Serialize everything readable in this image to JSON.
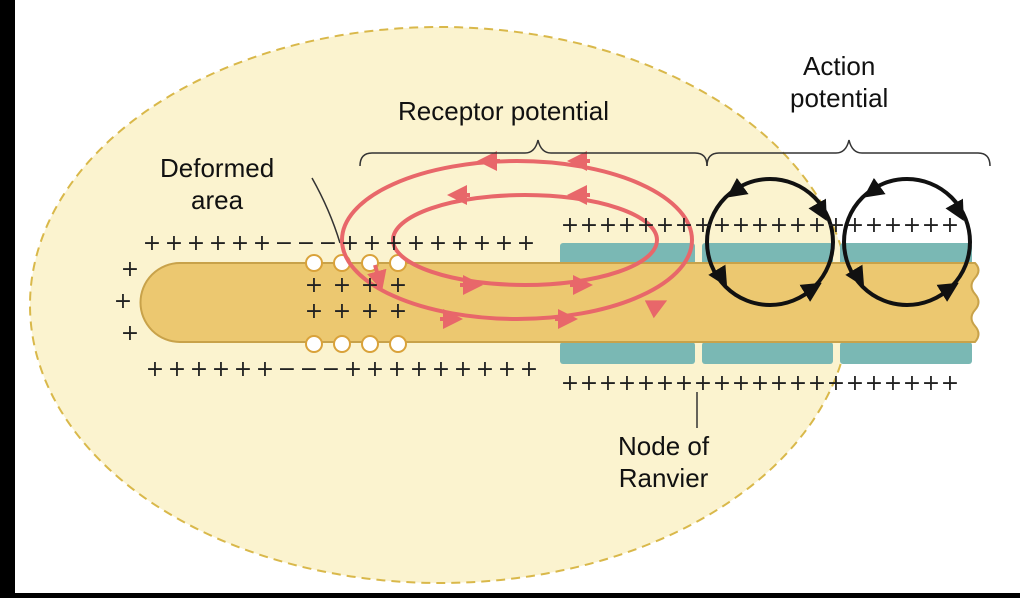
{
  "labels": {
    "receptor_potential": "Receptor potential",
    "action_potential_line1": "Action",
    "action_potential_line2": "potential",
    "deformed_area_line1": "Deformed",
    "deformed_area_line2": "area",
    "node_line1": "Node of",
    "node_line2": "Ranvier"
  },
  "symbols": {
    "plus": "+",
    "minus": "−"
  },
  "colors": {
    "background": "#000000",
    "capsule_fill": "#fbf3cf",
    "capsule_border": "#d9b84a",
    "fiber_fill": "#ecc870",
    "fiber_border": "#c8a24a",
    "myelin": "#7ab8b4",
    "current_loops": "#e8676a",
    "action_loops": "#111111"
  }
}
